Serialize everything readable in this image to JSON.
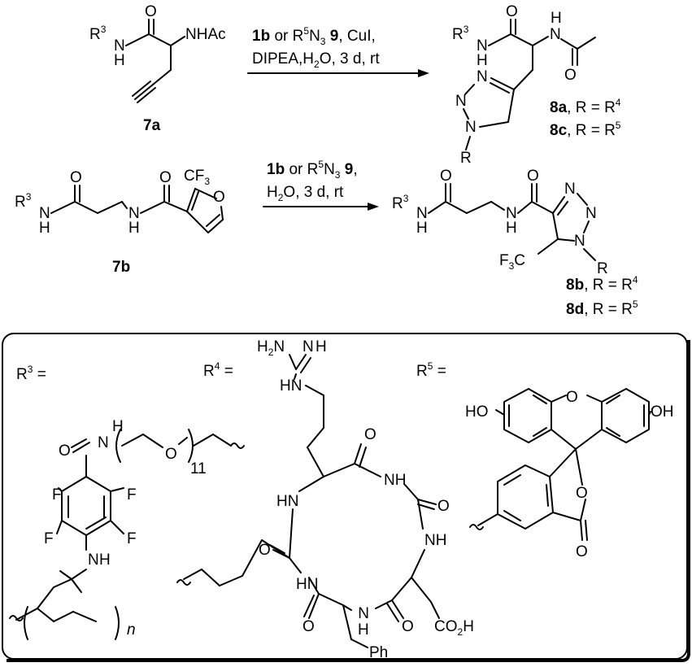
{
  "reaction1": {
    "reagent_line1_parts": [
      "1b",
      " or R",
      "5",
      "N",
      "3",
      " 9",
      ", CuI,"
    ],
    "reagent_line2_parts": [
      "DIPEA,H",
      "2",
      "O, 3 d, rt"
    ],
    "start_label": "7a",
    "start_substituents": [
      "R",
      "3",
      "N",
      "H",
      "O",
      "NHAc"
    ],
    "product_atoms": [
      "R",
      "3",
      "N",
      "H",
      "O",
      "N",
      "H",
      "O",
      "N",
      "N",
      "N",
      "R"
    ],
    "product_labels": [
      {
        "id": "8a",
        "rest": ", R = R",
        "sup": "4"
      },
      {
        "id": "8c",
        "rest": ", R = R",
        "sup": "5"
      }
    ]
  },
  "reaction2": {
    "reagent_line1_parts": [
      "1b",
      " or R",
      "5",
      "N",
      "3",
      " 9",
      ","
    ],
    "reagent_line2_parts": [
      "H",
      "2",
      "O, 3 d, rt"
    ],
    "start_label": "7b",
    "start_atoms": [
      "R",
      "3",
      "N",
      "H",
      "O",
      "N",
      "H",
      "O",
      "CF",
      "3",
      "O"
    ],
    "product_atoms": [
      "R",
      "3",
      "N",
      "H",
      "O",
      "N",
      "H",
      "O",
      "N",
      "N",
      "N",
      "R",
      "F",
      "3",
      "C"
    ],
    "product_labels": [
      {
        "id": "8b",
        "rest": ", R = R",
        "sup": "4"
      },
      {
        "id": "8d",
        "rest": ", R = R",
        "sup": "5"
      }
    ]
  },
  "legend": {
    "r3_label": [
      "R",
      "3",
      " ="
    ],
    "r4_label": [
      "R",
      "4",
      " ="
    ],
    "r5_label": [
      "R",
      "5",
      " ="
    ],
    "r3_atoms": [
      "O",
      "N",
      "H",
      "O",
      "11",
      "F",
      "F",
      "F",
      "F",
      "N",
      "H",
      "n"
    ],
    "r4_atoms": [
      "H",
      "2",
      "N",
      "N",
      "H",
      "H",
      "N",
      "O",
      "N",
      "H",
      "H",
      "N",
      "O",
      "O",
      "N",
      "H",
      "H",
      "N",
      "N",
      "H",
      "O",
      "O",
      "CO",
      "2",
      "H",
      "Ph"
    ],
    "r5_atoms": [
      "HO",
      "OH",
      "O",
      "O",
      "O"
    ]
  }
}
